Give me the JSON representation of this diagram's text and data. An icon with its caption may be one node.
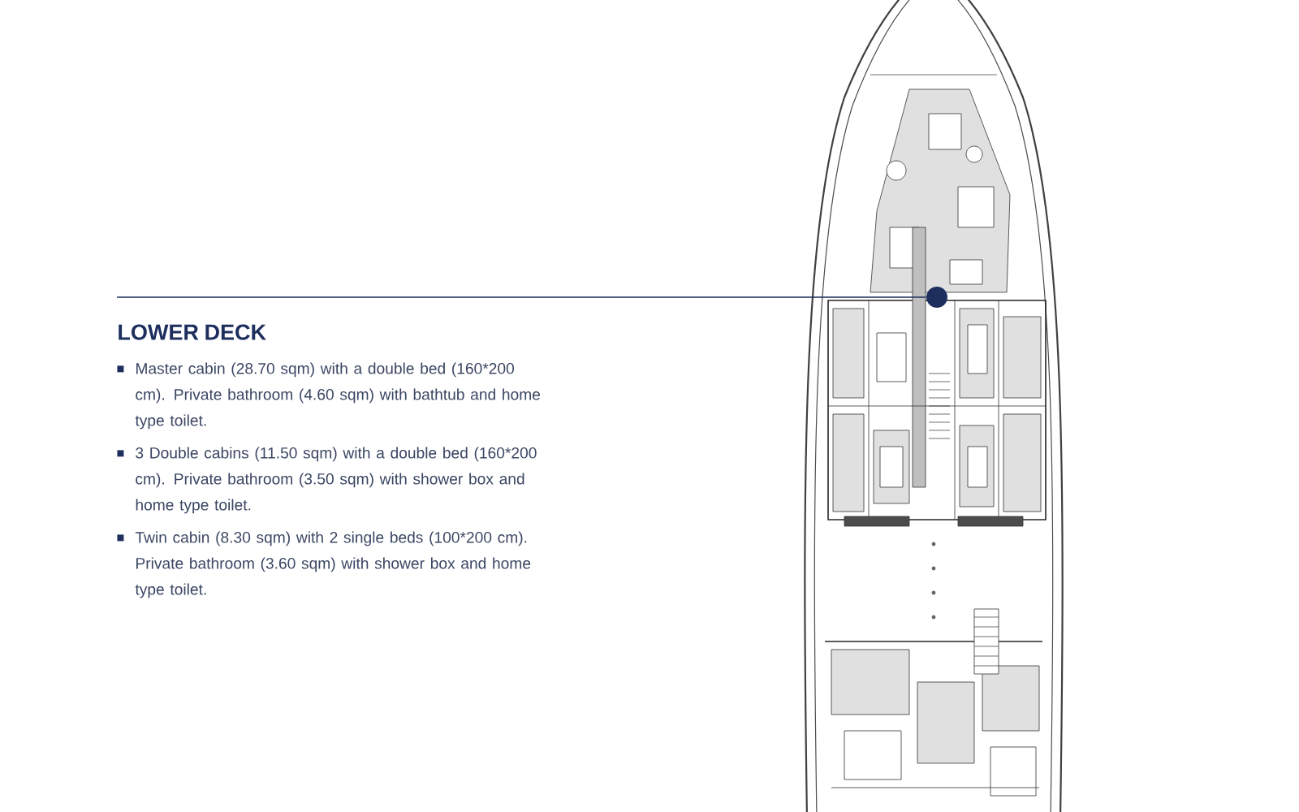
{
  "diagram": {
    "nodes": [
      {
        "text": [
          "LOWER DECK",
          "Master cabin (28.70 sqm) with a double bed (160*200 cm). Private bathroom (4.60 sqm) with bathtub and home type toilet.",
          "3 Double cabins (11.50 sqm) with a double bed (160*200 cm). Private bathroom (3.50 sqm) with shower box and home type toilet.",
          "Twin cabin (8.30 sqm) with 2 single beds (100*200 cm). Private bathroom (3.60 sqm) with shower box and home type toilet."
        ]
      },
      {
        "text": [],
        "shape": "circle"
      }
    ],
    "edges": [
      {
        "from": 0,
        "to": 1,
        "arrow": "none"
      }
    ]
  }
}
